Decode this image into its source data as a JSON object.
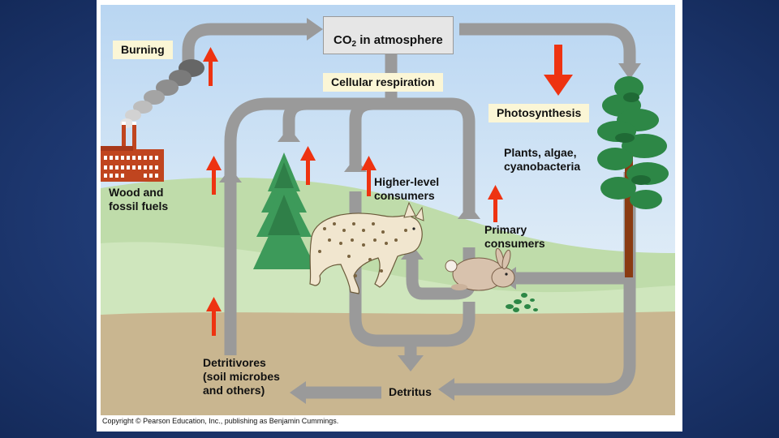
{
  "labels": {
    "co2_prefix": "CO",
    "co2_sub": "2",
    "co2_suffix": " in atmosphere",
    "burning": "Burning",
    "cellular_respiration": "Cellular respiration",
    "photosynthesis": "Photosynthesis",
    "plants": "Plants, algae,\ncyanobacteria",
    "higher_consumers": "Higher-level\nconsumers",
    "primary_consumers": "Primary\nconsumers",
    "wood_fossil": "Wood and\nfossil fuels",
    "detritivores": "Detritivores\n(soil microbes\nand others)",
    "detritus": "Detritus"
  },
  "copyright": "Copyright © Pearson Education, Inc., publishing as Benjamin Cummings.",
  "colors": {
    "background": "#1f3a74",
    "sky": "#cfe3f6",
    "hills": "#bcd9a6",
    "soil": "#c8b58f",
    "cycle_arrow": "#9a9a9a",
    "red_arrow": "#ee3311",
    "label_box": "#fbf6d6",
    "tree": "#2e8a4a"
  },
  "icons": [
    "factory-icon",
    "smoke-icon",
    "spruce-tree-icon",
    "pine-tree-icon",
    "lynx-icon",
    "rabbit-icon",
    "plant-sprig-icon"
  ]
}
